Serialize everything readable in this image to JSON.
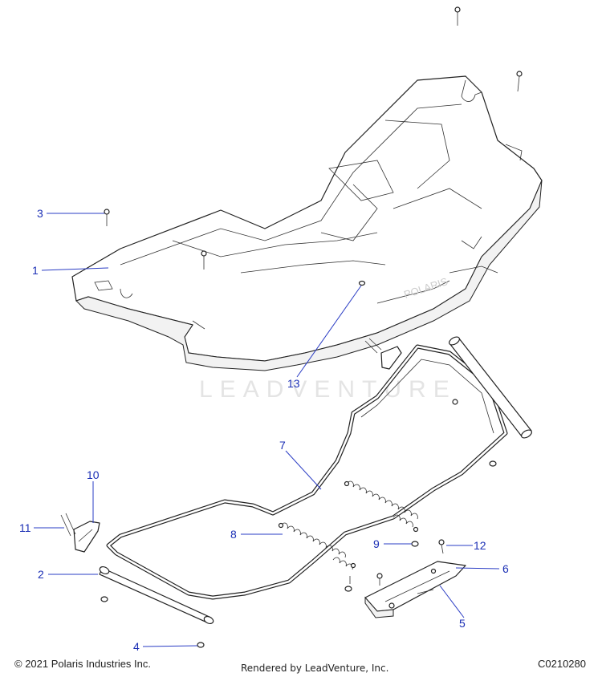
{
  "callouts": [
    "1",
    "2",
    "3",
    "4",
    "5",
    "6",
    "7",
    "8",
    "9",
    "10",
    "11",
    "12",
    "13"
  ],
  "watermark": "LEADVENTURE",
  "footer": {
    "copyright": "© 2021 Polaris Industries Inc.",
    "rendered_by": "Rendered by LeadVenture, Inc.",
    "drawing_code": "C0210280"
  },
  "colors": {
    "callout_text": "#1b2fb5",
    "leader_line": "#2a3cc4",
    "line_art": "#222222"
  }
}
